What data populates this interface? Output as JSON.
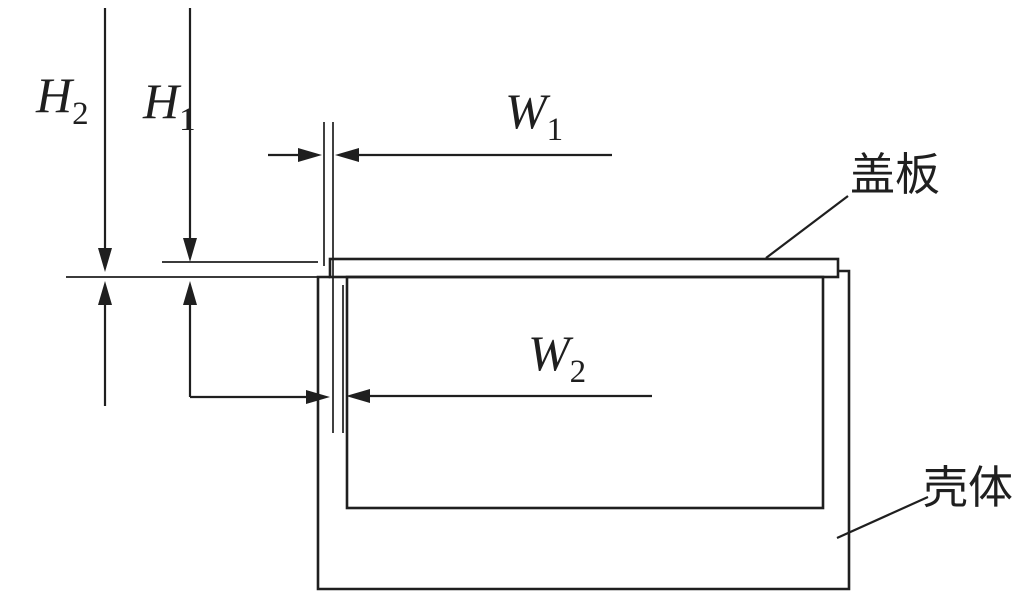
{
  "labels": {
    "h2": {
      "main": "H",
      "sub": "2"
    },
    "h1": {
      "main": "H",
      "sub": "1"
    },
    "w1": {
      "main": "W",
      "sub": "1"
    },
    "w2": {
      "main": "W",
      "sub": "2"
    },
    "cover_plate": "盖板",
    "shell": "壳体"
  },
  "colors": {
    "line": "#1f1f1f",
    "background": "#ffffff"
  }
}
